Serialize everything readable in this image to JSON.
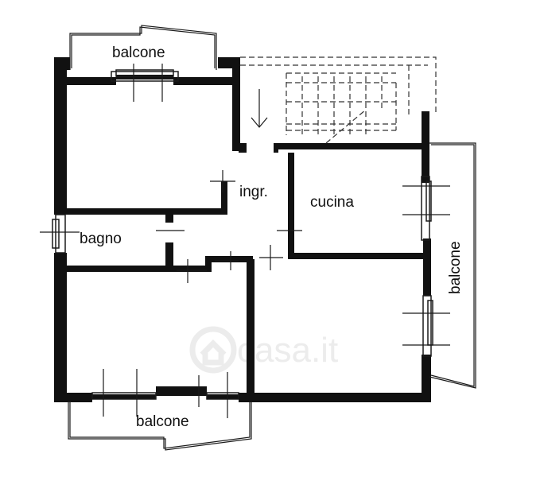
{
  "plan": {
    "rooms": {
      "balcone_top": "balcone",
      "ingresso": "ingr.",
      "cucina": "cucina",
      "bagno": "bagno",
      "balcone_right": "balcone",
      "balcone_bottom": "balcone"
    },
    "watermark": "casa.it"
  },
  "colors": {
    "wall": "#111111",
    "line": "#1a1a1a",
    "dashed": "#333333",
    "watermark": "#ececec"
  }
}
